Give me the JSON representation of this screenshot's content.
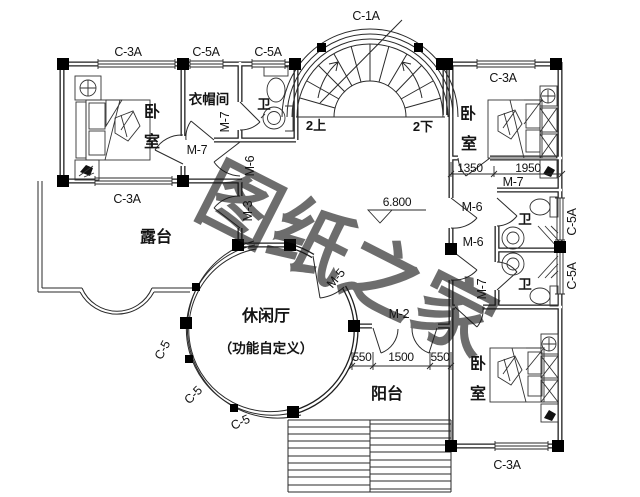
{
  "watermark": {
    "text": "图纸之家",
    "color": "#c8453c"
  },
  "windows": {
    "c1a": "C-1A",
    "c3a": "C-3A",
    "c5a": "C-5A",
    "c5": "C-5"
  },
  "doors": {
    "m2": "M-2",
    "m3": "M-3",
    "m5": "M-5",
    "m6": "M-6",
    "m7": "M-7"
  },
  "rooms": {
    "bed_char_a": "卧",
    "bed_char_b": "室",
    "cloakroom": "衣帽间",
    "bath": "卫",
    "terrace": "露台",
    "lounge_title": "休闲厅",
    "lounge_sub": "（功能自定义）",
    "balcony": "阳台"
  },
  "stairs": {
    "up": "2上",
    "down": "2下"
  },
  "levels": {
    "floor": "6.800"
  },
  "dims": {
    "d1350": "1350",
    "d1950": "1950",
    "d550": "550",
    "d1500": "1500"
  },
  "colors": {
    "line": "#222222",
    "column": "#000000"
  }
}
